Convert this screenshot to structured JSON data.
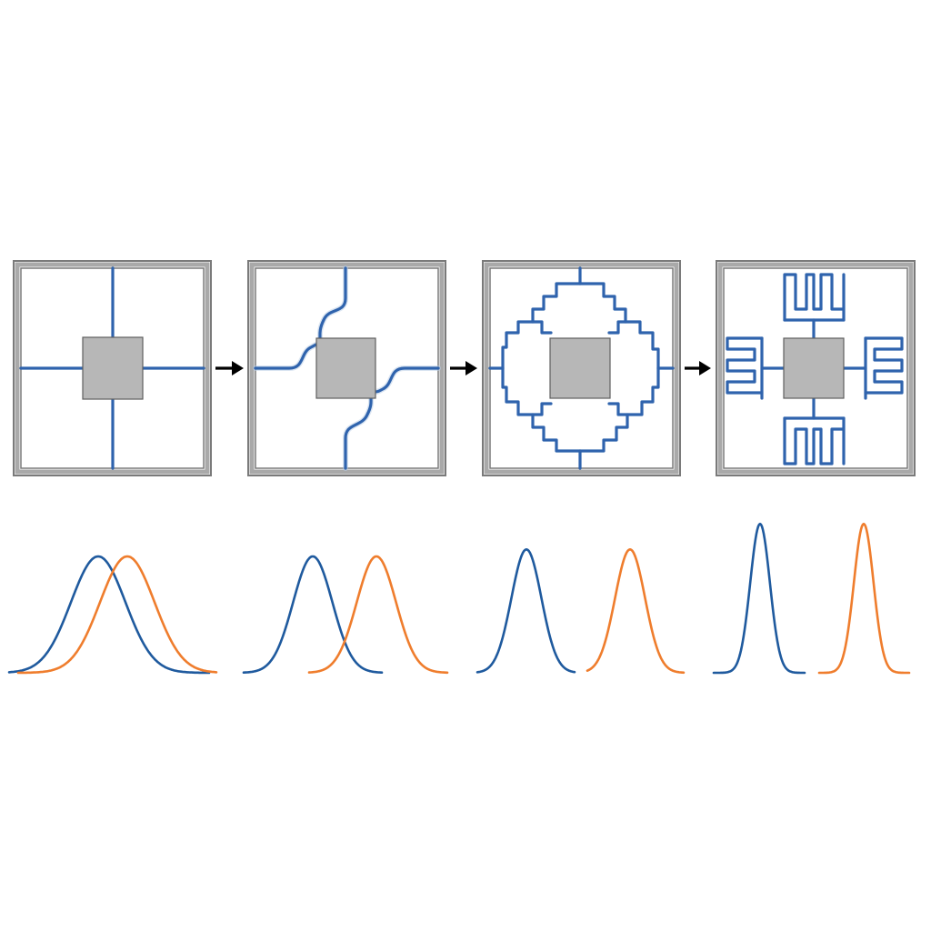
{
  "colors": {
    "spring": "#2f63ad",
    "mode_a": "#1f5a9e",
    "mode_b": "#ef7d2d",
    "mass": "#b7b7b7"
  },
  "stages": [
    {
      "spring_style": "straight-beams",
      "mode_overlap": "strong",
      "relative_peak_height": 1.0,
      "relative_width": 1.0
    },
    {
      "spring_style": "s-shaped-beams",
      "mode_overlap": "partial",
      "relative_peak_height": 1.0,
      "relative_width": 0.72
    },
    {
      "spring_style": "folded-ring-suspension",
      "mode_overlap": "separated",
      "relative_peak_height": 1.06,
      "relative_width": 0.55
    },
    {
      "spring_style": "serpentine-springs",
      "mode_overlap": "fully-separated",
      "relative_peak_height": 1.28,
      "relative_width": 0.36
    }
  ],
  "arrow_icon": "right-arrow-icon"
}
